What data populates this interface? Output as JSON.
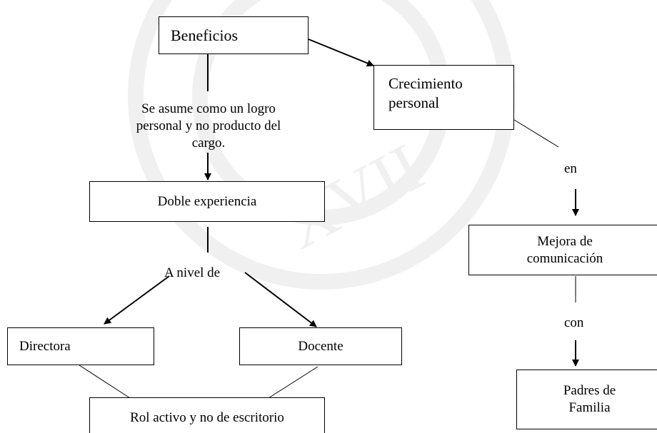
{
  "nodes": {
    "beneficios": "Beneficios",
    "crecimiento_l1": "Crecimiento",
    "crecimiento_l2": "personal",
    "doble_experiencia": "Doble experiencia",
    "directora": "Directora",
    "docente": "Docente",
    "rol_activo": "Rol activo y no de escritorio",
    "mejora_l1": "Mejora de",
    "mejora_l2": "comunicación",
    "padres_l1": "Padres de",
    "padres_l2": "Familia"
  },
  "labels": {
    "asume_l1": "Se asume como un logro",
    "asume_l2": "personal y no producto del",
    "asume_l3": "cargo.",
    "a_nivel_de": "A nivel de",
    "en": "en",
    "con": "con"
  },
  "colors": {
    "line": "#000000",
    "watermark": "#f0f0f0"
  }
}
